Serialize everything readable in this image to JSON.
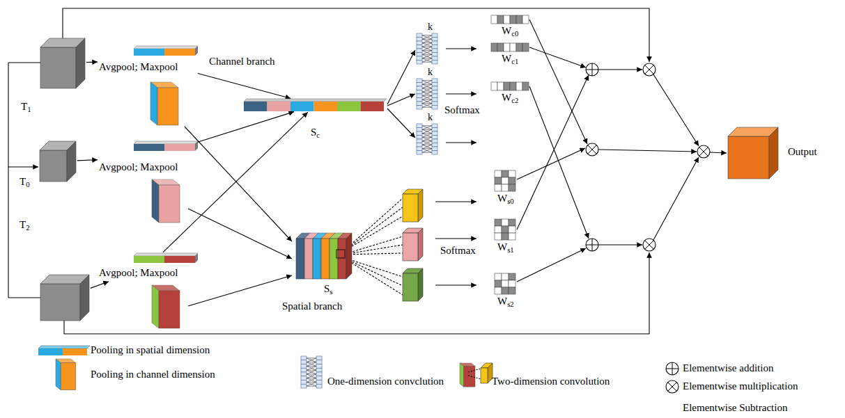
{
  "diagram": {
    "nodes": [
      {
        "text": [
          "T1"
        ]
      },
      {
        "text": [
          "Avgpool; Maxpool"
        ]
      },
      {
        "text": [
          "T0"
        ]
      },
      {
        "text": [
          "Avgpool; Maxpool"
        ]
      },
      {
        "text": [
          "T2"
        ]
      },
      {
        "text": [
          "Avgpool; Maxpool"
        ]
      },
      {
        "text": [
          "Sc"
        ]
      },
      {
        "text": [
          "Ss"
        ]
      },
      {
        "text": [
          "Wc0"
        ]
      },
      {
        "text": [
          "Wc1"
        ]
      },
      {
        "text": [
          "Wc2"
        ]
      },
      {
        "text": [
          "Ws0"
        ]
      },
      {
        "text": [
          "Ws1"
        ]
      },
      {
        "text": [
          "Ws2"
        ]
      },
      {
        "text": [
          "Output"
        ]
      }
    ],
    "edges": [
      {
        "from": 0,
        "to": 1,
        "arrow": "to"
      },
      {
        "from": 2,
        "to": 3,
        "arrow": "to"
      },
      {
        "from": 4,
        "to": 5,
        "arrow": "to"
      },
      {
        "from": 1,
        "to": 6,
        "arrow": "to"
      },
      {
        "from": 3,
        "to": 6,
        "arrow": "to"
      },
      {
        "from": 5,
        "to": 6,
        "arrow": "to"
      }
    ],
    "labels": [
      "Channel branch",
      "k",
      "k",
      "k",
      "Softmax",
      "Spatial branch",
      "Softmax"
    ],
    "legend": [
      {
        "text": "Pooling in spatial dimension"
      },
      {
        "text": "Pooling in channel dimension"
      },
      {
        "text": "One-dimension convclution"
      },
      {
        "text": "Two-dimension convolution"
      },
      {
        "text": "Elementwise addition"
      },
      {
        "text": "Elementwise multiplication"
      },
      {
        "text": "Elementwise Subtraction"
      }
    ]
  }
}
